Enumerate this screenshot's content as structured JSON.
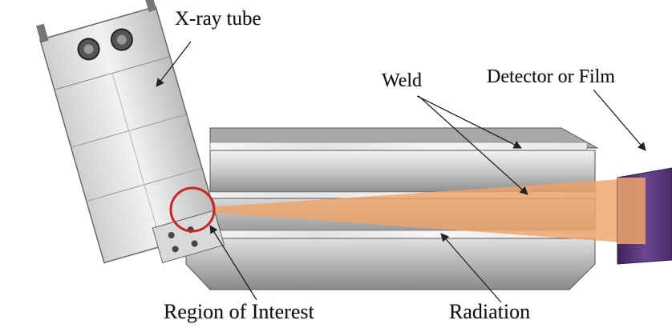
{
  "labels": {
    "xray_tube": "X-ray tube",
    "weld": "Weld",
    "detector": "Detector or Film",
    "region_of_interest": "Region of Interest",
    "radiation": "Radiation"
  },
  "colors": {
    "beam": "#f0a46a",
    "detector": "#5a3778",
    "circle": "#c62828",
    "steel_light": "#eeeeee",
    "steel_dark": "#7d7d7d"
  }
}
